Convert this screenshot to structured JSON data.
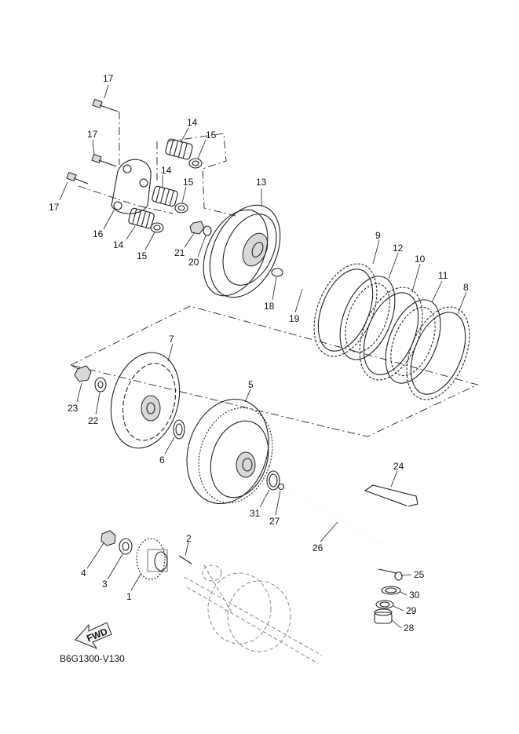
{
  "diagram": {
    "reference_code": "B6G1300-V130",
    "fwd_label": "FWD",
    "callouts": [
      {
        "id": "c1",
        "label": "1"
      },
      {
        "id": "c2",
        "label": "2"
      },
      {
        "id": "c3",
        "label": "3"
      },
      {
        "id": "c4",
        "label": "4"
      },
      {
        "id": "c5",
        "label": "5"
      },
      {
        "id": "c6",
        "label": "6"
      },
      {
        "id": "c7",
        "label": "7"
      },
      {
        "id": "c8",
        "label": "8"
      },
      {
        "id": "c9",
        "label": "9"
      },
      {
        "id": "c10",
        "label": "10"
      },
      {
        "id": "c11",
        "label": "11"
      },
      {
        "id": "c12",
        "label": "12"
      },
      {
        "id": "c13",
        "label": "13"
      },
      {
        "id": "c14a",
        "label": "14"
      },
      {
        "id": "c14b",
        "label": "14"
      },
      {
        "id": "c14c",
        "label": "14"
      },
      {
        "id": "c15a",
        "label": "15"
      },
      {
        "id": "c15b",
        "label": "15"
      },
      {
        "id": "c15c",
        "label": "15"
      },
      {
        "id": "c16",
        "label": "16"
      },
      {
        "id": "c17a",
        "label": "17"
      },
      {
        "id": "c17b",
        "label": "17"
      },
      {
        "id": "c17c",
        "label": "17"
      },
      {
        "id": "c18",
        "label": "18"
      },
      {
        "id": "c19",
        "label": "19"
      },
      {
        "id": "c20",
        "label": "20"
      },
      {
        "id": "c21",
        "label": "21"
      },
      {
        "id": "c22",
        "label": "22"
      },
      {
        "id": "c23",
        "label": "23"
      },
      {
        "id": "c24",
        "label": "24"
      },
      {
        "id": "c25",
        "label": "25"
      },
      {
        "id": "c26",
        "label": "26"
      },
      {
        "id": "c27",
        "label": "27"
      },
      {
        "id": "c28",
        "label": "28"
      },
      {
        "id": "c29",
        "label": "29"
      },
      {
        "id": "c30",
        "label": "30"
      },
      {
        "id": "c31",
        "label": "31"
      }
    ]
  }
}
